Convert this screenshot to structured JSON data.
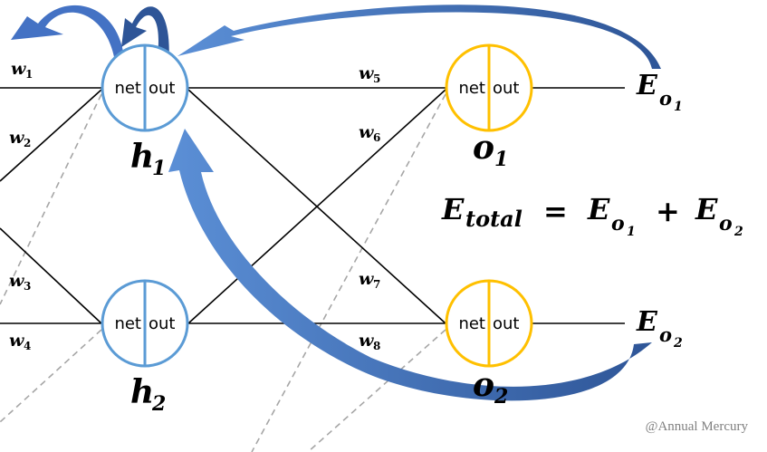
{
  "colors": {
    "hidden_node": "#5B9BD5",
    "output_node": "#FFC000",
    "arrow": "#4472C4",
    "arrow_dark": "#2E5597",
    "edge": "#000000",
    "dashed_edge": "#A6A6A6",
    "watermark": "#7F7F7F"
  },
  "nodes": {
    "net_label": "net",
    "out_label": "out",
    "h1": {
      "letter": "h",
      "sub": "1"
    },
    "h2": {
      "letter": "h",
      "sub": "2"
    },
    "o1": {
      "letter": "o",
      "sub": "1"
    },
    "o2": {
      "letter": "o",
      "sub": "2"
    }
  },
  "weights": [
    {
      "letter": "w",
      "sub": "1"
    },
    {
      "letter": "w",
      "sub": "2"
    },
    {
      "letter": "w",
      "sub": "3"
    },
    {
      "letter": "w",
      "sub": "4"
    },
    {
      "letter": "w",
      "sub": "5"
    },
    {
      "letter": "w",
      "sub": "6"
    },
    {
      "letter": "w",
      "sub": "7"
    },
    {
      "letter": "w",
      "sub": "8"
    }
  ],
  "errors": {
    "eo1": {
      "E": "E",
      "o": "o",
      "sub": "1"
    },
    "eo2": {
      "E": "E",
      "o": "o",
      "sub": "2"
    }
  },
  "equation": {
    "lhs_E": "E",
    "lhs_sub": "total",
    "equals": "=",
    "t1_E": "E",
    "t1_o": "o",
    "t1_sub": "1",
    "plus": "+",
    "t2_E": "E",
    "t2_o": "o",
    "t2_sub": "2"
  },
  "watermark": "@Annual Mercury"
}
